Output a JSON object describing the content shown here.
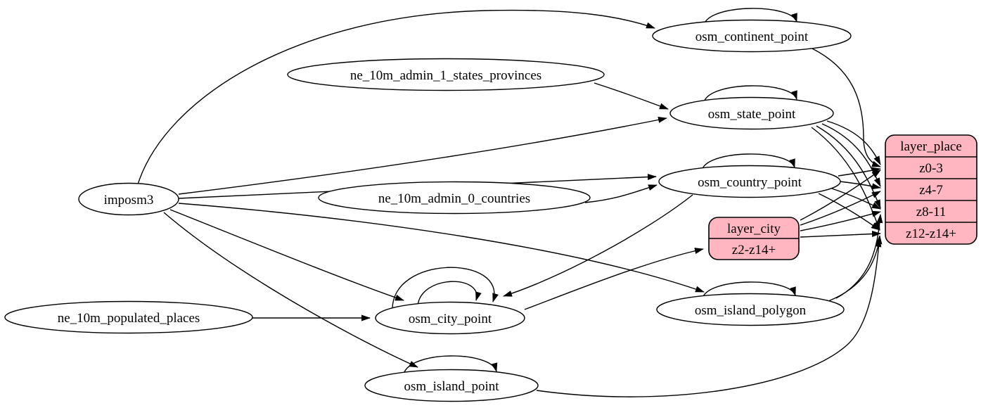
{
  "colors": {
    "record_fill": "#ffb6c1",
    "node_fill": "#ffffff",
    "stroke": "#000000",
    "background": "#ffffff"
  },
  "nodes": [
    {
      "id": "imposm3",
      "label": "imposm3"
    },
    {
      "id": "ne_10m_admin_1_states_provinces",
      "label": "ne_10m_admin_1_states_provinces"
    },
    {
      "id": "ne_10m_admin_0_countries",
      "label": "ne_10m_admin_0_countries"
    },
    {
      "id": "ne_10m_populated_places",
      "label": "ne_10m_populated_places"
    },
    {
      "id": "osm_continent_point",
      "label": "osm_continent_point"
    },
    {
      "id": "osm_state_point",
      "label": "osm_state_point"
    },
    {
      "id": "osm_country_point",
      "label": "osm_country_point"
    },
    {
      "id": "osm_city_point",
      "label": "osm_city_point"
    },
    {
      "id": "osm_island_polygon",
      "label": "osm_island_polygon"
    },
    {
      "id": "osm_island_point",
      "label": "osm_island_point"
    }
  ],
  "records": [
    {
      "id": "layer_city",
      "header": "layer_city",
      "rows": [
        "z2-z14+"
      ]
    },
    {
      "id": "layer_place",
      "header": "layer_place",
      "rows": [
        "z0-3",
        "z4-7",
        "z8-11",
        "z12-z14+"
      ]
    }
  ],
  "edges": [
    {
      "from": "imposm3",
      "to": "osm_continent_point"
    },
    {
      "from": "imposm3",
      "to": "osm_state_point"
    },
    {
      "from": "imposm3",
      "to": "osm_country_point"
    },
    {
      "from": "imposm3",
      "to": "osm_city_point"
    },
    {
      "from": "imposm3",
      "to": "osm_island_polygon"
    },
    {
      "from": "imposm3",
      "to": "osm_island_point"
    },
    {
      "from": "ne_10m_admin_1_states_provinces",
      "to": "osm_state_point"
    },
    {
      "from": "ne_10m_admin_0_countries",
      "to": "osm_country_point"
    },
    {
      "from": "ne_10m_populated_places",
      "to": "osm_city_point"
    },
    {
      "from": "osm_country_point",
      "to": "osm_city_point"
    },
    {
      "from": "osm_city_point",
      "to": "layer_city",
      "port": "z2-z14+"
    },
    {
      "from": "osm_continent_point",
      "to": "layer_place",
      "port": "z0-3"
    },
    {
      "from": "osm_state_point",
      "to": "layer_place",
      "port": "z0-3"
    },
    {
      "from": "osm_state_point",
      "to": "layer_place",
      "port": "z4-7"
    },
    {
      "from": "osm_state_point",
      "to": "layer_place",
      "port": "z8-11"
    },
    {
      "from": "osm_state_point",
      "to": "layer_place",
      "port": "z12-z14+"
    },
    {
      "from": "osm_country_point",
      "to": "layer_place",
      "port": "z0-3"
    },
    {
      "from": "osm_country_point",
      "to": "layer_place",
      "port": "z4-7"
    },
    {
      "from": "osm_country_point",
      "to": "layer_place",
      "port": "z8-11"
    },
    {
      "from": "osm_country_point",
      "to": "layer_place",
      "port": "z12-z14+"
    },
    {
      "from": "layer_city",
      "to": "layer_place",
      "port": "z0-3"
    },
    {
      "from": "layer_city",
      "to": "layer_place",
      "port": "z4-7"
    },
    {
      "from": "layer_city",
      "to": "layer_place",
      "port": "z8-11"
    },
    {
      "from": "layer_city",
      "to": "layer_place",
      "port": "z12-z14+"
    },
    {
      "from": "osm_island_polygon",
      "to": "layer_place",
      "port": "z8-11"
    },
    {
      "from": "osm_island_polygon",
      "to": "layer_place",
      "port": "z12-z14+"
    },
    {
      "from": "osm_island_point",
      "to": "layer_place",
      "port": "z12-z14+"
    },
    {
      "from": "osm_continent_point",
      "to": "osm_continent_point"
    },
    {
      "from": "osm_state_point",
      "to": "osm_state_point"
    },
    {
      "from": "osm_country_point",
      "to": "osm_country_point"
    },
    {
      "from": "osm_city_point",
      "to": "osm_city_point"
    },
    {
      "from": "osm_city_point",
      "to": "osm_city_point"
    },
    {
      "from": "osm_island_polygon",
      "to": "osm_island_polygon"
    },
    {
      "from": "osm_island_point",
      "to": "osm_island_point"
    }
  ]
}
